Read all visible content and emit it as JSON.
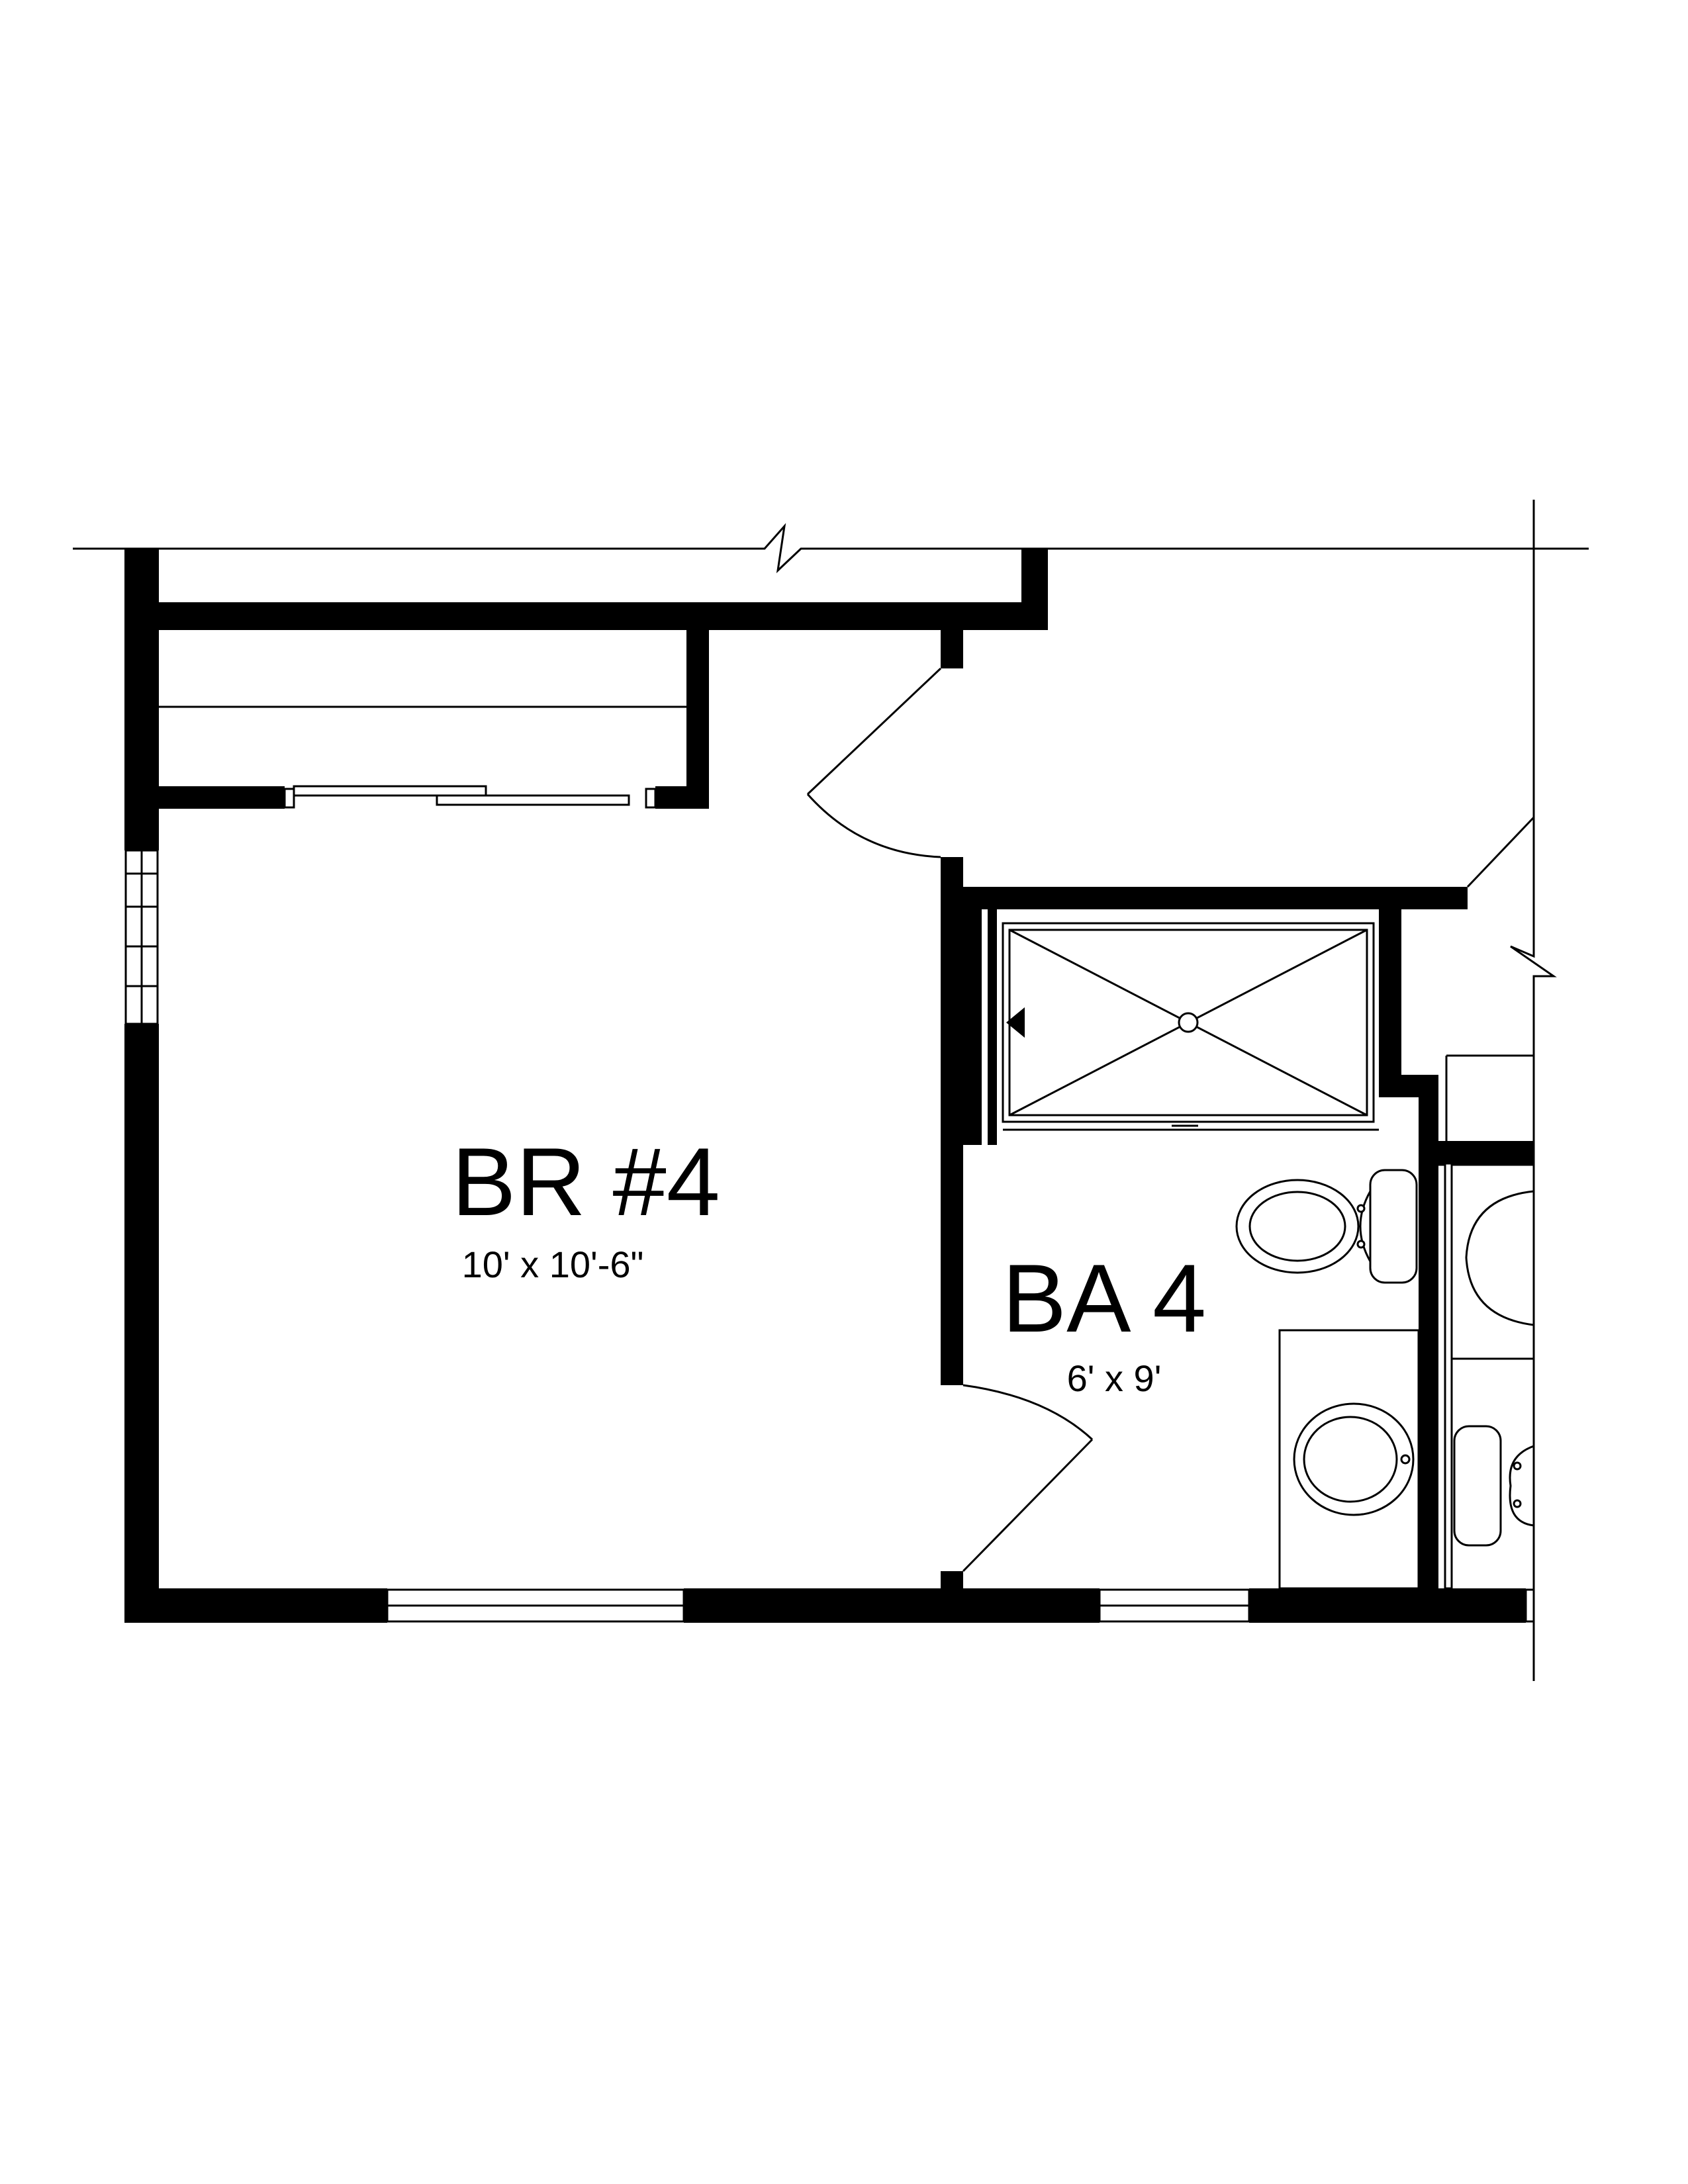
{
  "rooms": [
    {
      "id": "bedroom",
      "name": "BR #4",
      "dimensions": "10' x 10'-6\""
    },
    {
      "id": "bath",
      "name": "BA 4",
      "dimensions": "6' x 9'"
    }
  ],
  "colors": {
    "wall": "#000000",
    "line": "#000000",
    "background": "#ffffff"
  }
}
